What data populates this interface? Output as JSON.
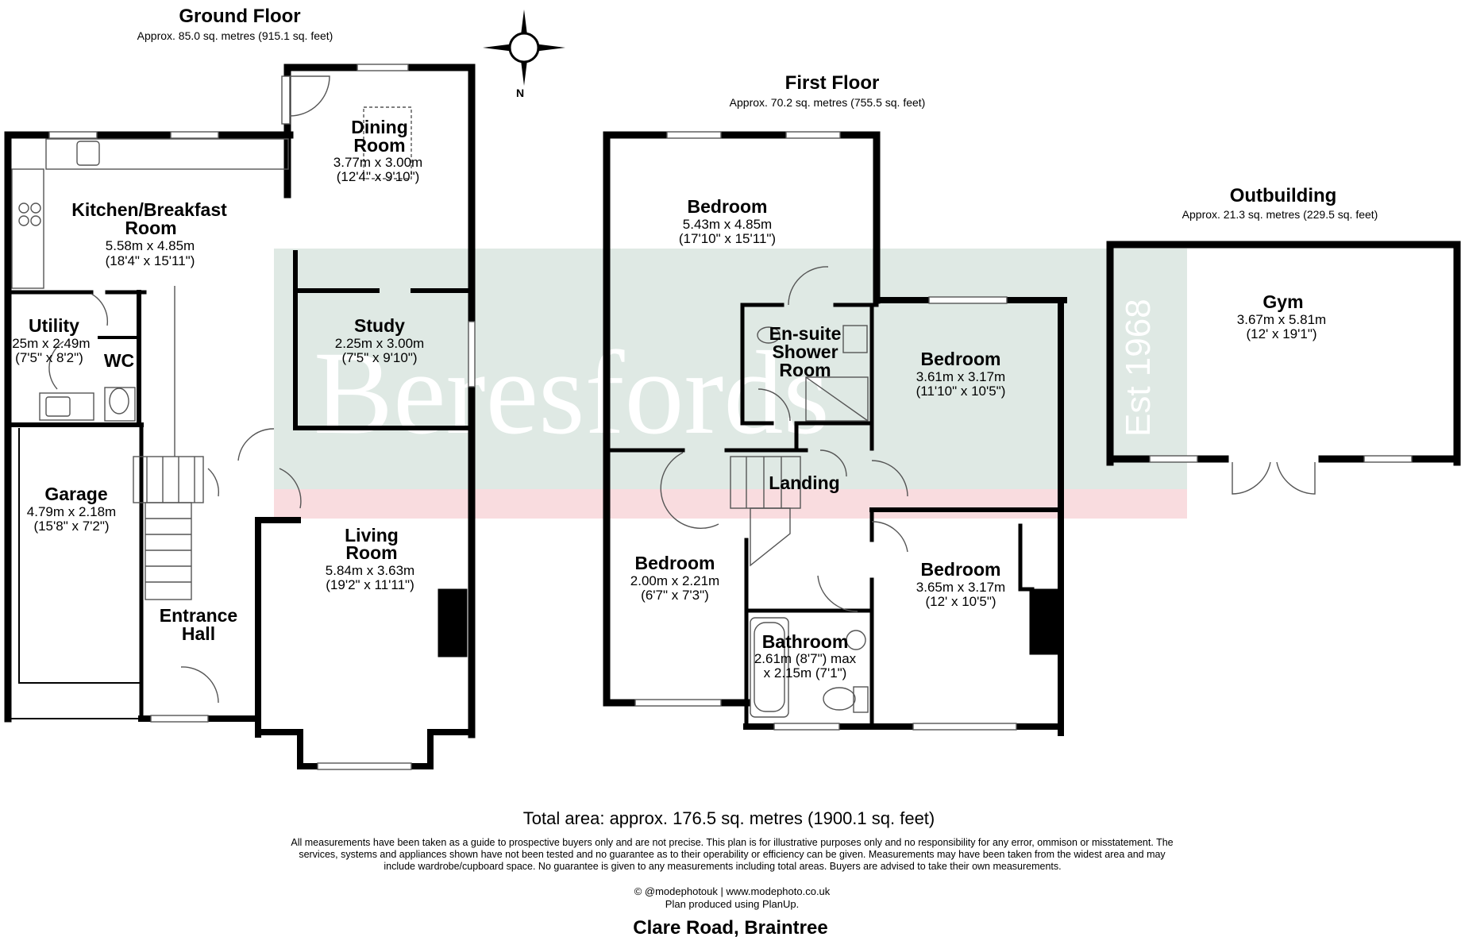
{
  "ground_floor": {
    "title": "Ground Floor",
    "area": "Approx. 85.0 sq. metres (915.1 sq. feet)",
    "rooms": {
      "dining": {
        "name1": "Dining",
        "name2": "Room",
        "dim1": "3.77m x 3.00m",
        "dim2": "(12'4\" x 9'10\")"
      },
      "kitchen": {
        "name1": "Kitchen/Breakfast",
        "name2": "Room",
        "dim1": "5.58m x 4.85m",
        "dim2": "(18'4\" x 15'11\")"
      },
      "utility": {
        "name1": "Utility",
        "dim1": ".25m x 2.49m",
        "dim2": "(7'5\" x 8'2\")"
      },
      "wc": {
        "name1": "WC"
      },
      "study": {
        "name1": "Study",
        "dim1": "2.25m x 3.00m",
        "dim2": "(7'5\" x 9'10\")"
      },
      "garage": {
        "name1": "Garage",
        "dim1": "4.79m x 2.18m",
        "dim2": "(15'8\" x 7'2\")"
      },
      "living": {
        "name1": "Living",
        "name2": "Room",
        "dim1": "5.84m x 3.63m",
        "dim2": "(19'2\" x 11'11\")"
      },
      "hall": {
        "name1": "Entrance",
        "name2": "Hall"
      }
    }
  },
  "first_floor": {
    "title": "First Floor",
    "area": "Approx. 70.2 sq. metres (755.5 sq. feet)",
    "rooms": {
      "bed1": {
        "name1": "Bedroom",
        "dim1": "5.43m x 4.85m",
        "dim2": "(17'10\" x 15'11\")"
      },
      "ensuite": {
        "name1": "En-suite",
        "name2": "Shower",
        "name3": "Room"
      },
      "bed2": {
        "name1": "Bedroom",
        "dim1": "3.61m x 3.17m",
        "dim2": "(11'10\" x 10'5\")"
      },
      "landing": {
        "name1": "Landing"
      },
      "bed3": {
        "name1": "Bedroom",
        "dim1": "2.00m x 2.21m",
        "dim2": "(6'7\" x 7'3\")"
      },
      "bath": {
        "name1": "Bathroom",
        "dim1": "2.61m (8'7\") max",
        "dim2": "x 2.15m (7'1\")"
      },
      "bed4": {
        "name1": "Bedroom",
        "dim1": "3.65m x 3.17m",
        "dim2": "(12' x 10'5\")"
      }
    }
  },
  "outbuilding": {
    "title": "Outbuilding",
    "area": "Approx. 21.3 sq. metres (229.5 sq. feet)",
    "rooms": {
      "gym": {
        "name1": "Gym",
        "dim1": "3.67m x 5.81m",
        "dim2": "(12' x 19'1\")"
      }
    }
  },
  "compass": {
    "label": "N"
  },
  "watermark": {
    "brand": "Beresfords",
    "est": "Est 1968"
  },
  "footer": {
    "total": "Total area: approx. 176.5 sq. metres (1900.1 sq. feet)",
    "disclaimer1": "All measurements have been taken as a guide to prospective buyers only and are not precise. This plan is for illustrative purposes only and no responsibility for any error, ommison or misstatement. The",
    "disclaimer2": "services, systems and appliances shown have not been tested and no guarantee as to their operability or efficiency can be given. Measurements may have been taken from the widest area and may",
    "disclaimer3": "include wardrobe/cupboard space. No guarantee is given to any measurements including total areas. Buyers are advised to take their own measurements.",
    "credit1": "© @modephotouk | www.modephoto.co.uk",
    "credit2": "Plan  produced  using  PlanUp.",
    "address": "Clare Road, Braintree"
  },
  "colors": {
    "wall": "#000000",
    "watermark_green": "#dfe9e4",
    "watermark_pink": "#f9dcdf"
  }
}
